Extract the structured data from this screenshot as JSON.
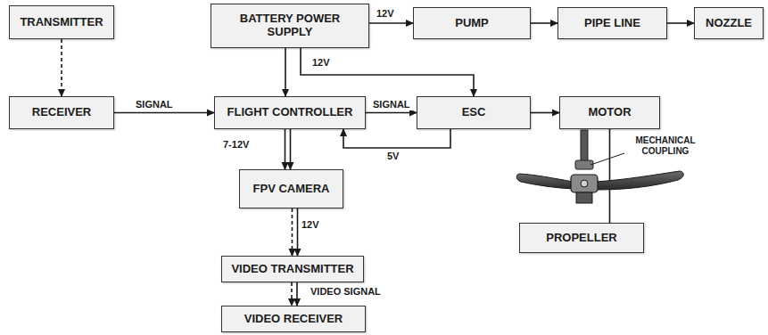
{
  "diagram": {
    "nodes": [
      {
        "text": [
          "TRANSMITTER"
        ]
      },
      {
        "text": [
          "BATTERY POWER SUPPLY"
        ]
      },
      {
        "text": [
          "PUMP"
        ]
      },
      {
        "text": [
          "PIPE LINE"
        ]
      },
      {
        "text": [
          "NOZZLE"
        ]
      },
      {
        "text": [
          "RECEIVER"
        ]
      },
      {
        "text": [
          "FLIGHT CONTROLLER"
        ]
      },
      {
        "text": [
          "ESC"
        ]
      },
      {
        "text": [
          "MOTOR"
        ]
      },
      {
        "text": [
          "FPV CAMERA"
        ]
      },
      {
        "text": [
          "PROPELLER"
        ]
      },
      {
        "text": [
          "VIDEO TRANSMITTER"
        ]
      },
      {
        "text": [
          "VIDEO RECEIVER"
        ]
      }
    ],
    "edges": [
      {
        "from": 0,
        "to": 5,
        "arrow": "to"
      },
      {
        "from": 1,
        "to": 2,
        "label": "12V",
        "arrow": "to"
      },
      {
        "from": 2,
        "to": 3,
        "arrow": "to"
      },
      {
        "from": 3,
        "to": 4,
        "arrow": "to"
      },
      {
        "from": 1,
        "to": 6,
        "arrow": "to"
      },
      {
        "from": 1,
        "to": 7,
        "label": "12V",
        "arrow": "to"
      },
      {
        "from": 5,
        "to": 6,
        "label": "SIGNAL",
        "arrow": "to"
      },
      {
        "from": 6,
        "to": 7,
        "label": "SIGNAL",
        "arrow": "to"
      },
      {
        "from": 7,
        "to": 8,
        "arrow": "to"
      },
      {
        "from": 7,
        "to": 6,
        "label": "5V",
        "arrow": "to"
      },
      {
        "from": 6,
        "to": 9,
        "label": "7-12V",
        "arrow": "to"
      },
      {
        "from": 9,
        "to": 11,
        "label": "12V",
        "arrow": "to"
      },
      {
        "from": 11,
        "to": 12,
        "label": "VIDEO SIGNAL",
        "arrow": "to"
      },
      {
        "from": 8,
        "to": 10,
        "arrow": "none"
      }
    ],
    "labels": [
      "MECHANICAL COUPLING"
    ]
  }
}
